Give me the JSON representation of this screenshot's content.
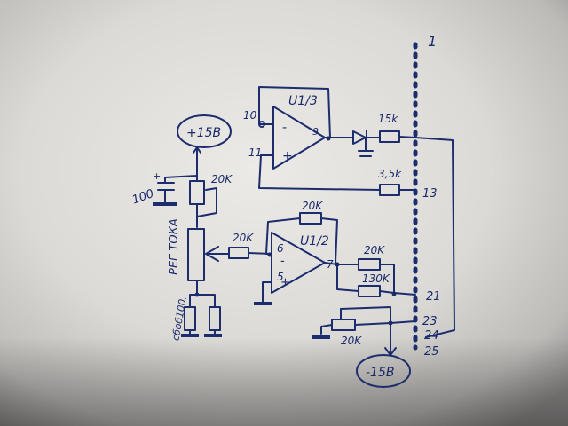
{
  "schematic": {
    "opamp_top": {
      "ref": "U1/3",
      "pin_inv": "10",
      "pin_noninv": "11",
      "pin_out": "9"
    },
    "opamp_mid": {
      "ref": "U1/2",
      "pin_inv": "6",
      "pin_noninv": "5",
      "pin_out": "7"
    },
    "supply_pos": "+15B",
    "supply_neg": "-15B",
    "cap_label": "100",
    "cap_plus": "+",
    "regulator_label": "РЕГ ТОКА",
    "bottom_left_label": "сбоб100.",
    "resistors": {
      "r_top_feedback": "20K",
      "r_15k": "15k",
      "r_3_5k": "3,5k",
      "r_mid_feedback": "20K",
      "r_input": "20K",
      "r_output": "20K",
      "r_130k": "130K",
      "r_pot_bottom": "20K"
    },
    "connector_pins": [
      "1",
      "13",
      "21",
      "23",
      "24",
      "25"
    ],
    "pin_minus": "-",
    "pin_plus": "+"
  }
}
